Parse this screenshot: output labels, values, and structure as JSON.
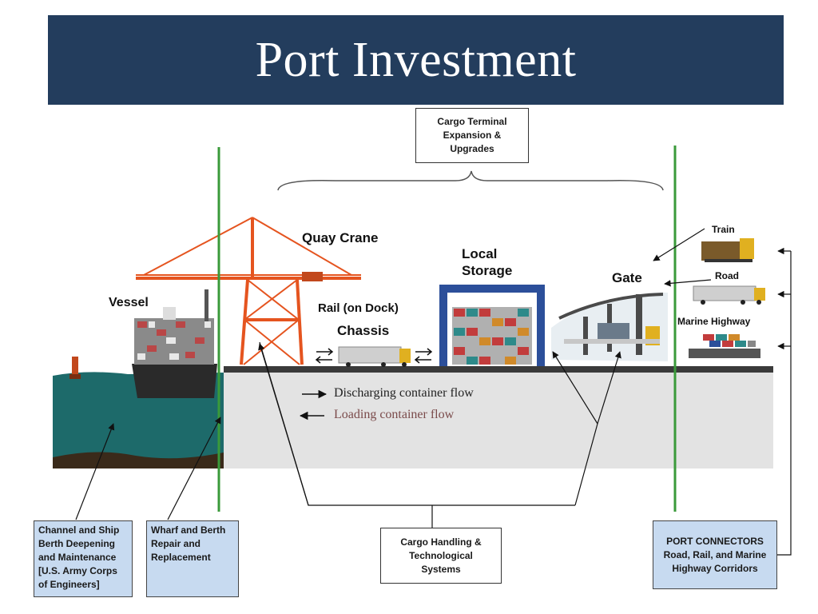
{
  "title": "Port Investment",
  "boxes": {
    "cargo_terminal": "Cargo Terminal\nExpansion &\nUpgrades",
    "channel": "Channel and Ship\nBerth Deepening\nand Maintenance\n[U.S. Army Corps\nof Engineers]",
    "wharf": "Wharf and Berth\nRepair and\nReplacement",
    "cargo_handling": "Cargo Handling &\nTechnological\nSystems",
    "port_connectors": "PORT CONNECTORS\nRoad, Rail, and Marine\nHighway Corridors"
  },
  "labels": {
    "vessel": "Vessel",
    "quay_crane": "Quay Crane",
    "rail_on_dock": "Rail (on Dock)",
    "chassis": "Chassis",
    "local_storage": "Local\nStorage",
    "gate": "Gate",
    "train": "Train",
    "road": "Road",
    "marine_highway": "Marine Highway"
  },
  "flows": {
    "discharging": "Discharging container flow",
    "loading": "Loading container flow"
  },
  "colors": {
    "title_bg": "#233d5d",
    "box_blue": "#c7daf0",
    "divider_green": "#3a9a3a",
    "water": "#1d6a6a",
    "crane": "#e5541f",
    "loading_text": "#7a4a4a"
  }
}
